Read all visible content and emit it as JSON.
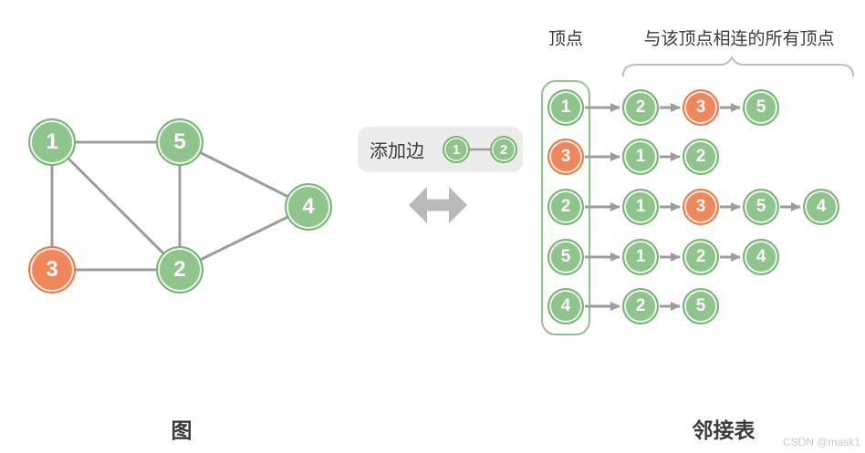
{
  "colors": {
    "background": "#ffffff",
    "node_green": "#8fc48c",
    "node_green_border": "#77b573",
    "node_orange": "#f0875a",
    "node_orange_border": "#ec7b46",
    "edge_gray": "#9c9c9c",
    "badge_bg": "#ececec",
    "double_arrow": "#b9b9b9",
    "brace": "#bdbdbd",
    "text_dark": "#3b3b3b",
    "watermark": "#c9c9c9"
  },
  "left_graph": {
    "caption": "图",
    "nodes": [
      {
        "label": "1",
        "type": "normal"
      },
      {
        "label": "5",
        "type": "normal"
      },
      {
        "label": "4",
        "type": "normal"
      },
      {
        "label": "3",
        "type": "highlight"
      },
      {
        "label": "2",
        "type": "normal"
      }
    ],
    "edges": [
      [
        "1",
        "5"
      ],
      [
        "1",
        "3"
      ],
      [
        "1",
        "2"
      ],
      [
        "5",
        "2"
      ],
      [
        "5",
        "4"
      ],
      [
        "3",
        "2"
      ],
      [
        "2",
        "4"
      ]
    ]
  },
  "operation_badge": {
    "label": "添加边",
    "edge": {
      "from": {
        "label": "1",
        "type": "normal"
      },
      "to": {
        "label": "2",
        "type": "normal"
      }
    }
  },
  "adjacency": {
    "caption": "邻接表",
    "header_vertex": "顶点",
    "header_neighbors": "与该顶点相连的所有顶点",
    "rows": [
      {
        "vertex": {
          "label": "1",
          "type": "normal"
        },
        "neighbors": [
          {
            "label": "2",
            "type": "normal"
          },
          {
            "label": "3",
            "type": "highlight"
          },
          {
            "label": "5",
            "type": "normal"
          }
        ]
      },
      {
        "vertex": {
          "label": "3",
          "type": "highlight"
        },
        "neighbors": [
          {
            "label": "1",
            "type": "normal"
          },
          {
            "label": "2",
            "type": "normal"
          }
        ]
      },
      {
        "vertex": {
          "label": "2",
          "type": "normal"
        },
        "neighbors": [
          {
            "label": "1",
            "type": "normal"
          },
          {
            "label": "3",
            "type": "highlight"
          },
          {
            "label": "5",
            "type": "normal"
          },
          {
            "label": "4",
            "type": "normal"
          }
        ]
      },
      {
        "vertex": {
          "label": "5",
          "type": "normal"
        },
        "neighbors": [
          {
            "label": "1",
            "type": "normal"
          },
          {
            "label": "2",
            "type": "normal"
          },
          {
            "label": "4",
            "type": "normal"
          }
        ]
      },
      {
        "vertex": {
          "label": "4",
          "type": "normal"
        },
        "neighbors": [
          {
            "label": "2",
            "type": "normal"
          },
          {
            "label": "5",
            "type": "normal"
          }
        ]
      }
    ]
  },
  "watermark": "CSDN @mask1"
}
